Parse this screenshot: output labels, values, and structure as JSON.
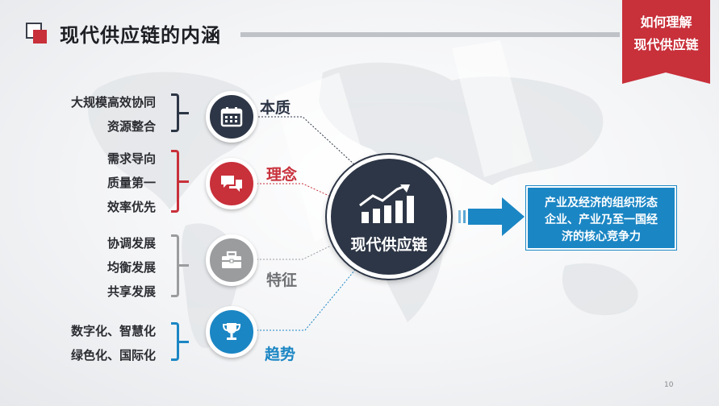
{
  "header": {
    "title": "现代供应链的内涵",
    "ribbon_line1": "如何理解",
    "ribbon_line2": "现代供应链"
  },
  "colors": {
    "dark": "#2d3646",
    "red": "#c8303a",
    "gray": "#9a9c9e",
    "blue": "#1b86c4"
  },
  "groups": [
    {
      "category": "本质",
      "icon": "calendar-icon",
      "items": [
        "大规模高效协同",
        "资源整合"
      ]
    },
    {
      "category": "理念",
      "icon": "speech-bubbles-icon",
      "items": [
        "需求导向",
        "质量第一",
        "效率优先"
      ]
    },
    {
      "category": "特征",
      "icon": "briefcase-icon",
      "items": [
        "协调发展",
        "均衡发展",
        "共享发展"
      ]
    },
    {
      "category": "趋势",
      "icon": "trophy-icon",
      "items": [
        "数字化、智慧化",
        "绿色化、国际化"
      ]
    }
  ],
  "hub": {
    "label": "现代供应链",
    "icon": "rising-bar-chart-icon"
  },
  "result": {
    "line1": "产业及经济的组织形态",
    "line2": "企业、产业乃至一国经",
    "line3": "济的核心竞争力"
  },
  "footer": {
    "page_number": "10"
  }
}
